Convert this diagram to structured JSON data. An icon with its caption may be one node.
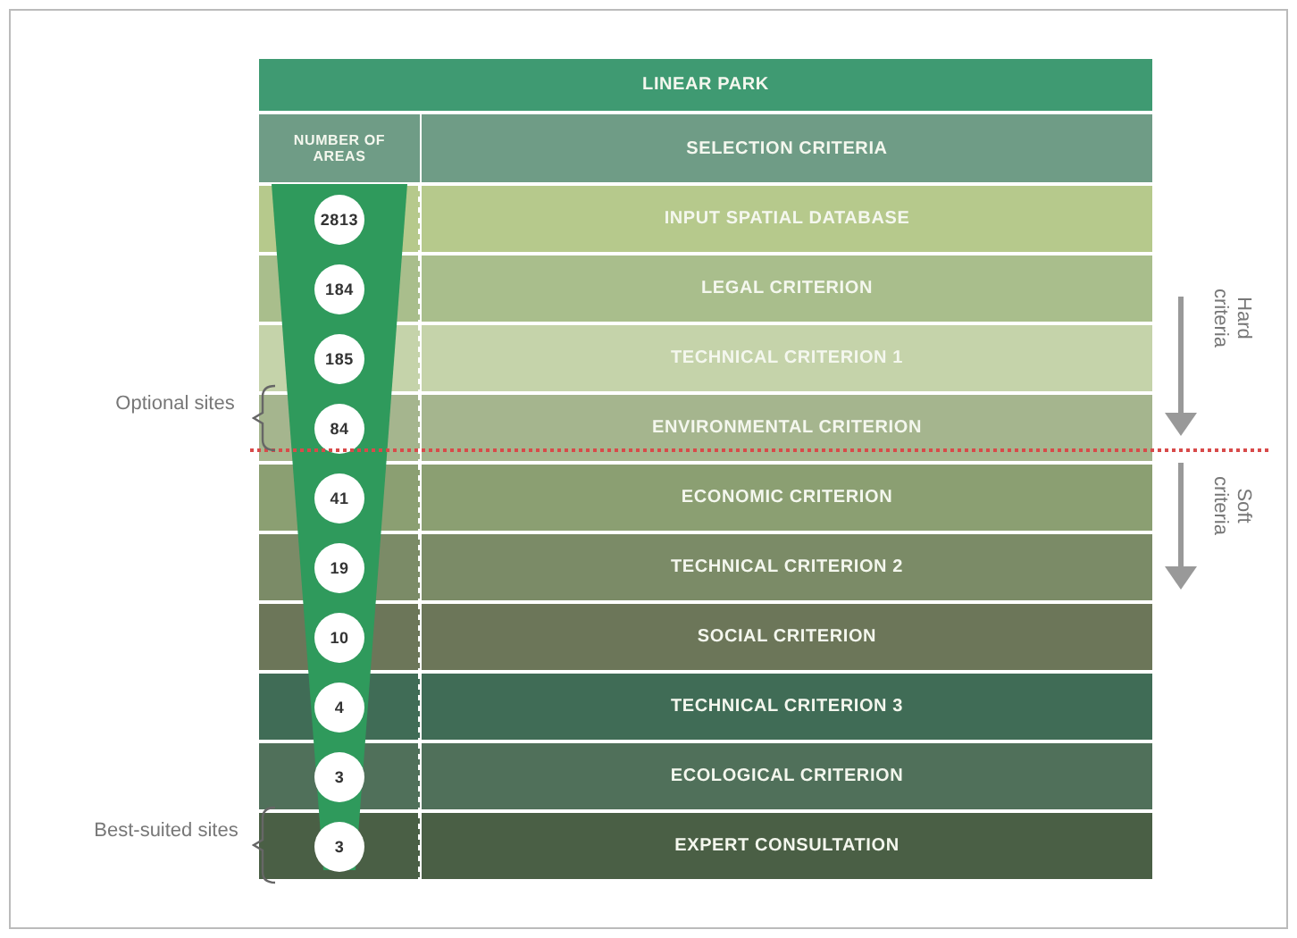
{
  "diagram": {
    "nodes": [
      {
        "text": [
          "LINEAR PARK"
        ]
      },
      {
        "text": [
          "NUMBER OF AREAS"
        ]
      },
      {
        "text": [
          "SELECTION CRITERIA"
        ]
      },
      {
        "text": [
          "2813"
        ]
      },
      {
        "text": [
          "INPUT SPATIAL DATABASE"
        ]
      },
      {
        "text": [
          "184"
        ]
      },
      {
        "text": [
          "LEGAL CRITERION"
        ]
      },
      {
        "text": [
          "185"
        ]
      },
      {
        "text": [
          "TECHNICAL CRITERION 1"
        ]
      },
      {
        "text": [
          "84"
        ]
      },
      {
        "text": [
          "ENVIRONMENTAL CRITERION"
        ]
      },
      {
        "text": [
          "41"
        ]
      },
      {
        "text": [
          "ECONOMIC CRITERION"
        ]
      },
      {
        "text": [
          "19"
        ]
      },
      {
        "text": [
          "TECHNICAL CRITERION 2"
        ]
      },
      {
        "text": [
          "10"
        ]
      },
      {
        "text": [
          "SOCIAL CRITERION"
        ]
      },
      {
        "text": [
          "4"
        ]
      },
      {
        "text": [
          "TECHNICAL CRITERION 3"
        ]
      },
      {
        "text": [
          "3"
        ]
      },
      {
        "text": [
          "ECOLOGICAL CRITERION"
        ]
      },
      {
        "text": [
          "3"
        ]
      },
      {
        "text": [
          "EXPERT CONSULTATION"
        ]
      }
    ],
    "edges": [],
    "labels": [
      "Hard criteria",
      "Optional sites",
      "Soft criteria",
      "Best-suited sites"
    ]
  }
}
